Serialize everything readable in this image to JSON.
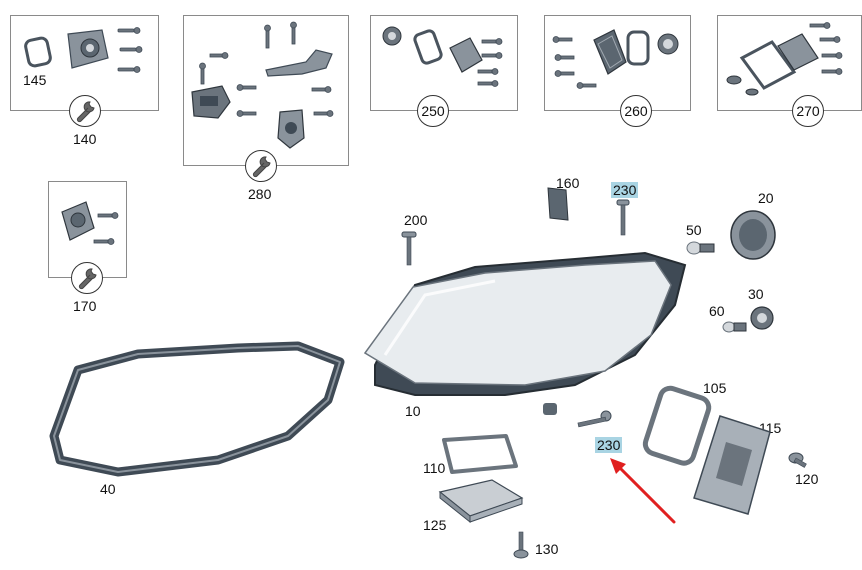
{
  "callouts": {
    "c145": "145",
    "c140": "140",
    "c280": "280",
    "c250": "250",
    "c260": "260",
    "c270": "270",
    "c170": "170",
    "c160": "160",
    "c230a": "230",
    "c20": "20",
    "c200": "200",
    "c50": "50",
    "c60": "60",
    "c30": "30",
    "c40": "40",
    "c10": "10",
    "c105": "105",
    "c115": "115",
    "c110": "110",
    "c230b": "230",
    "c120": "120",
    "c125": "125",
    "c130": "130"
  },
  "colors": {
    "highlight": "#a9d4e3",
    "arrow": "#e02020",
    "part_dark": "#3f4a55",
    "part_mid": "#8a939c",
    "part_light": "#d4d8dc",
    "frame": "#8a8a8a"
  },
  "icons": [
    "wrench-icon"
  ]
}
